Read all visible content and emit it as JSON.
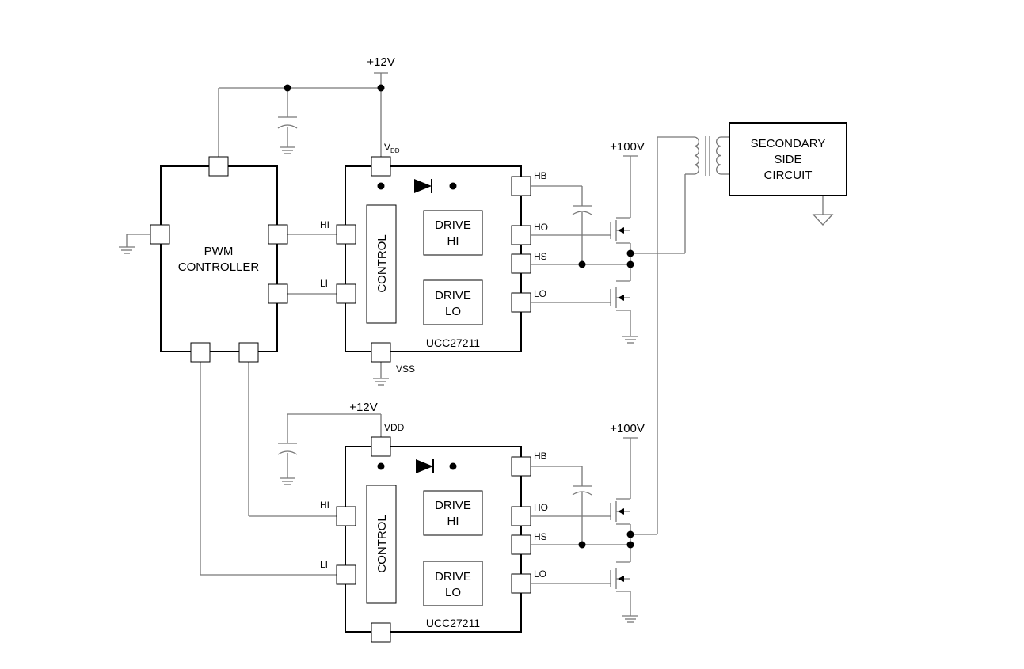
{
  "supplies": {
    "top_12v": "+12V",
    "bottom_12v": "+12V",
    "top_100v": "+100V",
    "bottom_100v": "+100V"
  },
  "pwm": {
    "line1": "PWM",
    "line2": "CONTROLLER"
  },
  "secondary": {
    "line1": "SECONDARY",
    "line2": "SIDE",
    "line3": "CIRCUIT"
  },
  "driver_top": {
    "part": "UCC27211",
    "vdd_main": "V",
    "vdd_sub": "DD",
    "vss": "VSS",
    "hi": "HI",
    "li": "LI",
    "hb": "HB",
    "ho": "HO",
    "hs": "HS",
    "lo": "LO",
    "control": "CONTROL",
    "drive_hi_1": "DRIVE",
    "drive_hi_2": "HI",
    "drive_lo_1": "DRIVE",
    "drive_lo_2": "LO"
  },
  "driver_bottom": {
    "part": "UCC27211",
    "vdd": "VDD",
    "hi": "HI",
    "li": "LI",
    "hb": "HB",
    "ho": "HO",
    "hs": "HS",
    "lo": "LO",
    "control": "CONTROL",
    "drive_hi_1": "DRIVE",
    "drive_hi_2": "HI",
    "drive_lo_1": "DRIVE",
    "drive_lo_2": "LO"
  }
}
